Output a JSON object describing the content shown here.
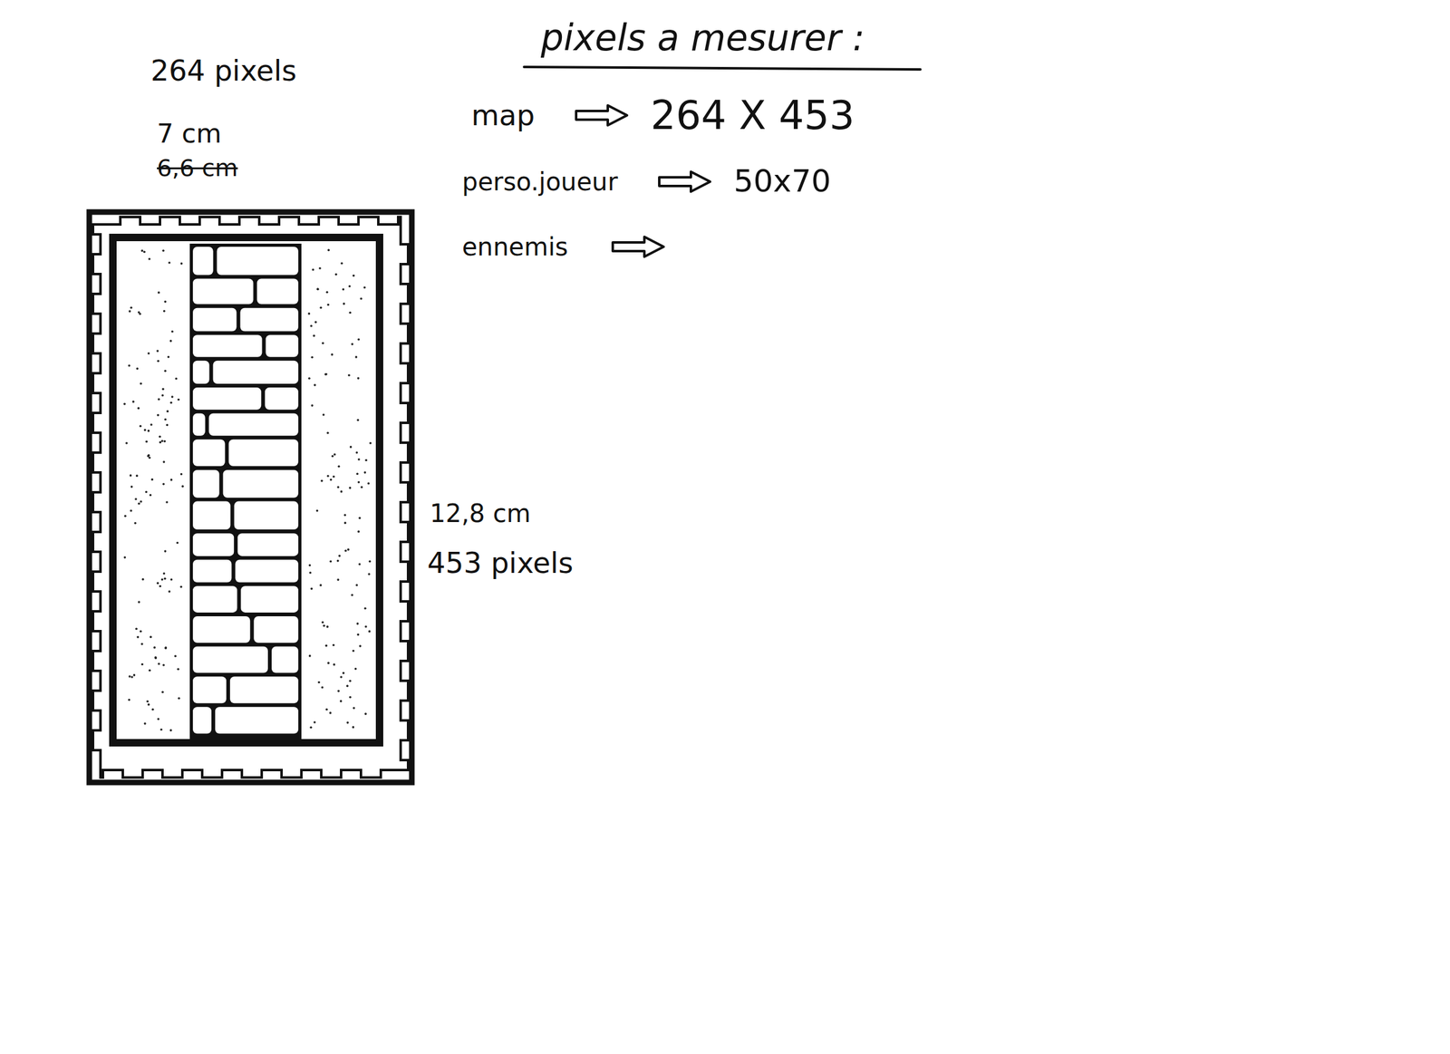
{
  "diagram": {
    "title": "pixels a mesurer :",
    "labels": [
      "map",
      "264 X 453",
      "perso.joueur",
      "50x70",
      "ennemis",
      "264 pixels",
      "7 cm",
      "6,6 cm",
      "12,8 cm",
      "453 pixels"
    ]
  }
}
